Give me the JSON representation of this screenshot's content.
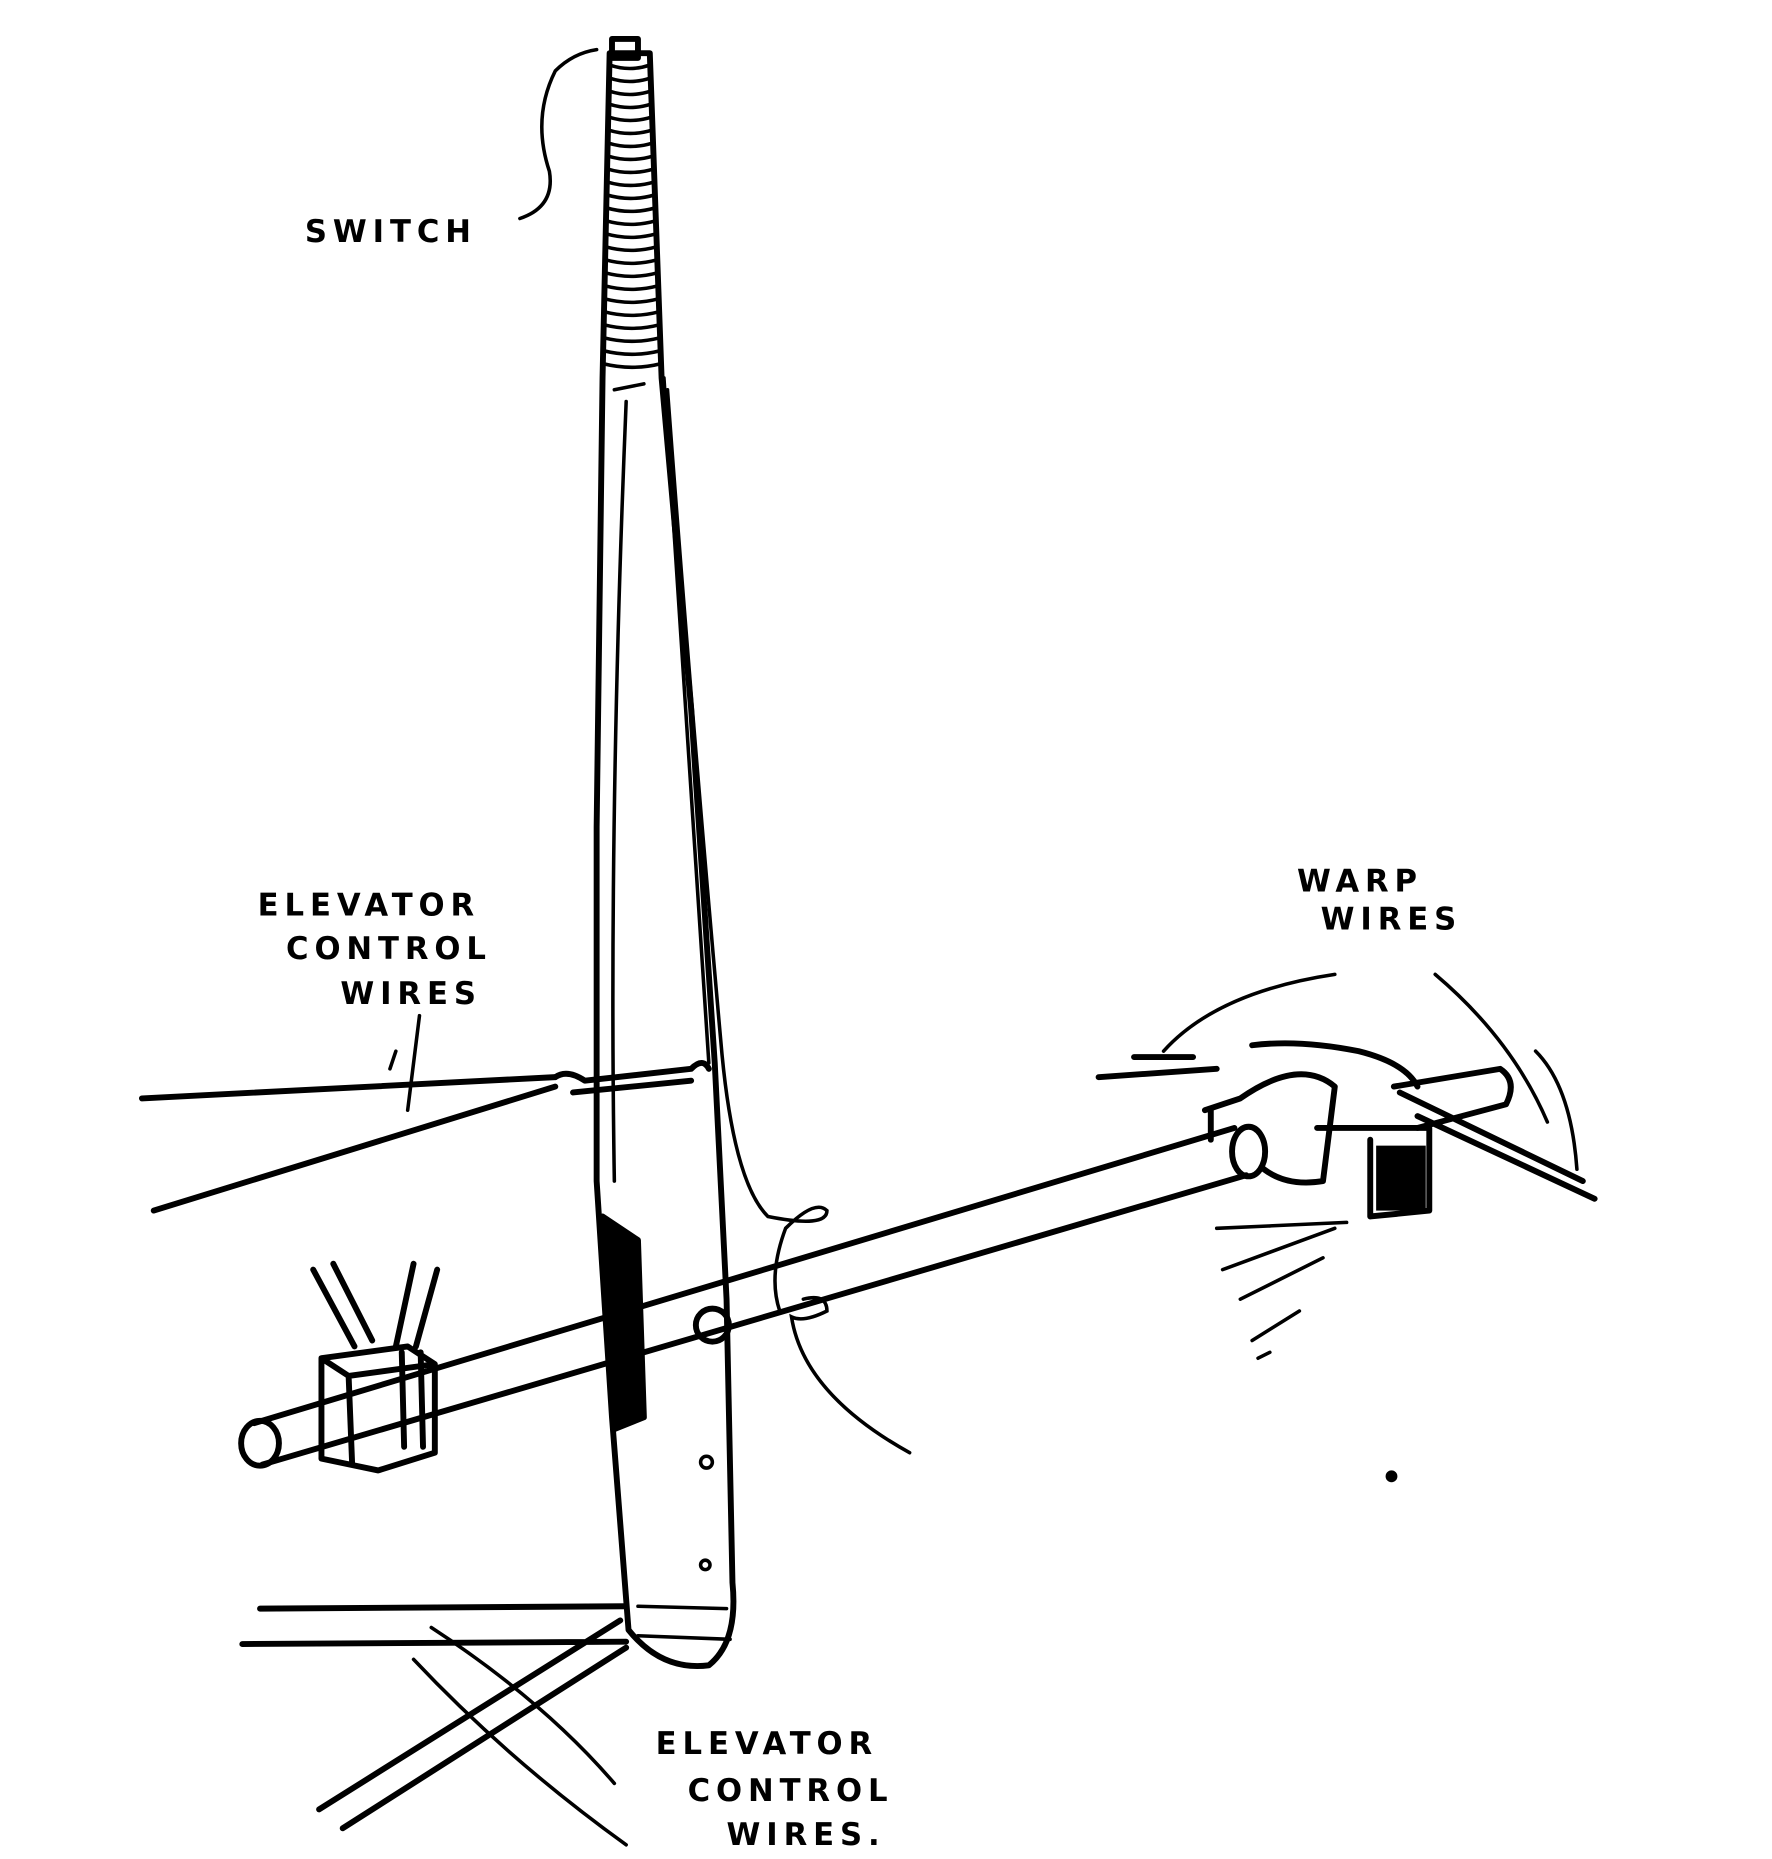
{
  "labels": {
    "switch": "SWITCH",
    "elevator_top": [
      "ELEVATOR",
      "CONTROL",
      "WIRES"
    ],
    "warp": [
      "WARP",
      "WIRES"
    ],
    "elevator_bottom": [
      "ELEVATOR",
      "CONTROL",
      "WIRES."
    ]
  },
  "colors": {
    "ink": "#000000",
    "background": "#ffffff"
  }
}
